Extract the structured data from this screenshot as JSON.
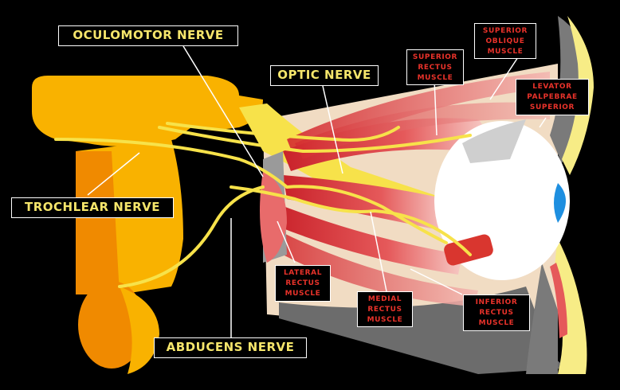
{
  "labels": {
    "oculomotor": "OCULOMOTOR NERVE",
    "optic": "OPTIC NERVE",
    "trochlear": "TROCHLEAR NERVE",
    "abducens": "ABDUCENS NERVE",
    "superior_oblique": [
      "SUPERIOR",
      "OBLIQUE",
      "MUSCLE"
    ],
    "superior_rectus": [
      "SUPERIOR",
      "RECTUS",
      "MUSCLE"
    ],
    "levator": [
      "LEVATOR",
      "PALPEBRAE",
      "SUPERIOR"
    ],
    "lateral_rectus": [
      "LATERAL",
      "RECTUS",
      "MUSCLE"
    ],
    "medial_rectus": [
      "MEDIAL",
      "RECTUS",
      "MUSCLE"
    ],
    "inferior_rectus": [
      "INFERIOR",
      "RECTUS",
      "MUSCLE"
    ]
  },
  "colors": {
    "nerve": "#f7e24a",
    "brainstem": "#f9b200",
    "brainstem_dark": "#f08a00",
    "orbit": "#f2dcc4",
    "muscle": "#d9362f",
    "eye": "#ffffff",
    "iris": "#1e8fe0",
    "bone": "#8a8a8a",
    "label_yellow": "#f5e56b",
    "label_red": "#e8322a"
  }
}
